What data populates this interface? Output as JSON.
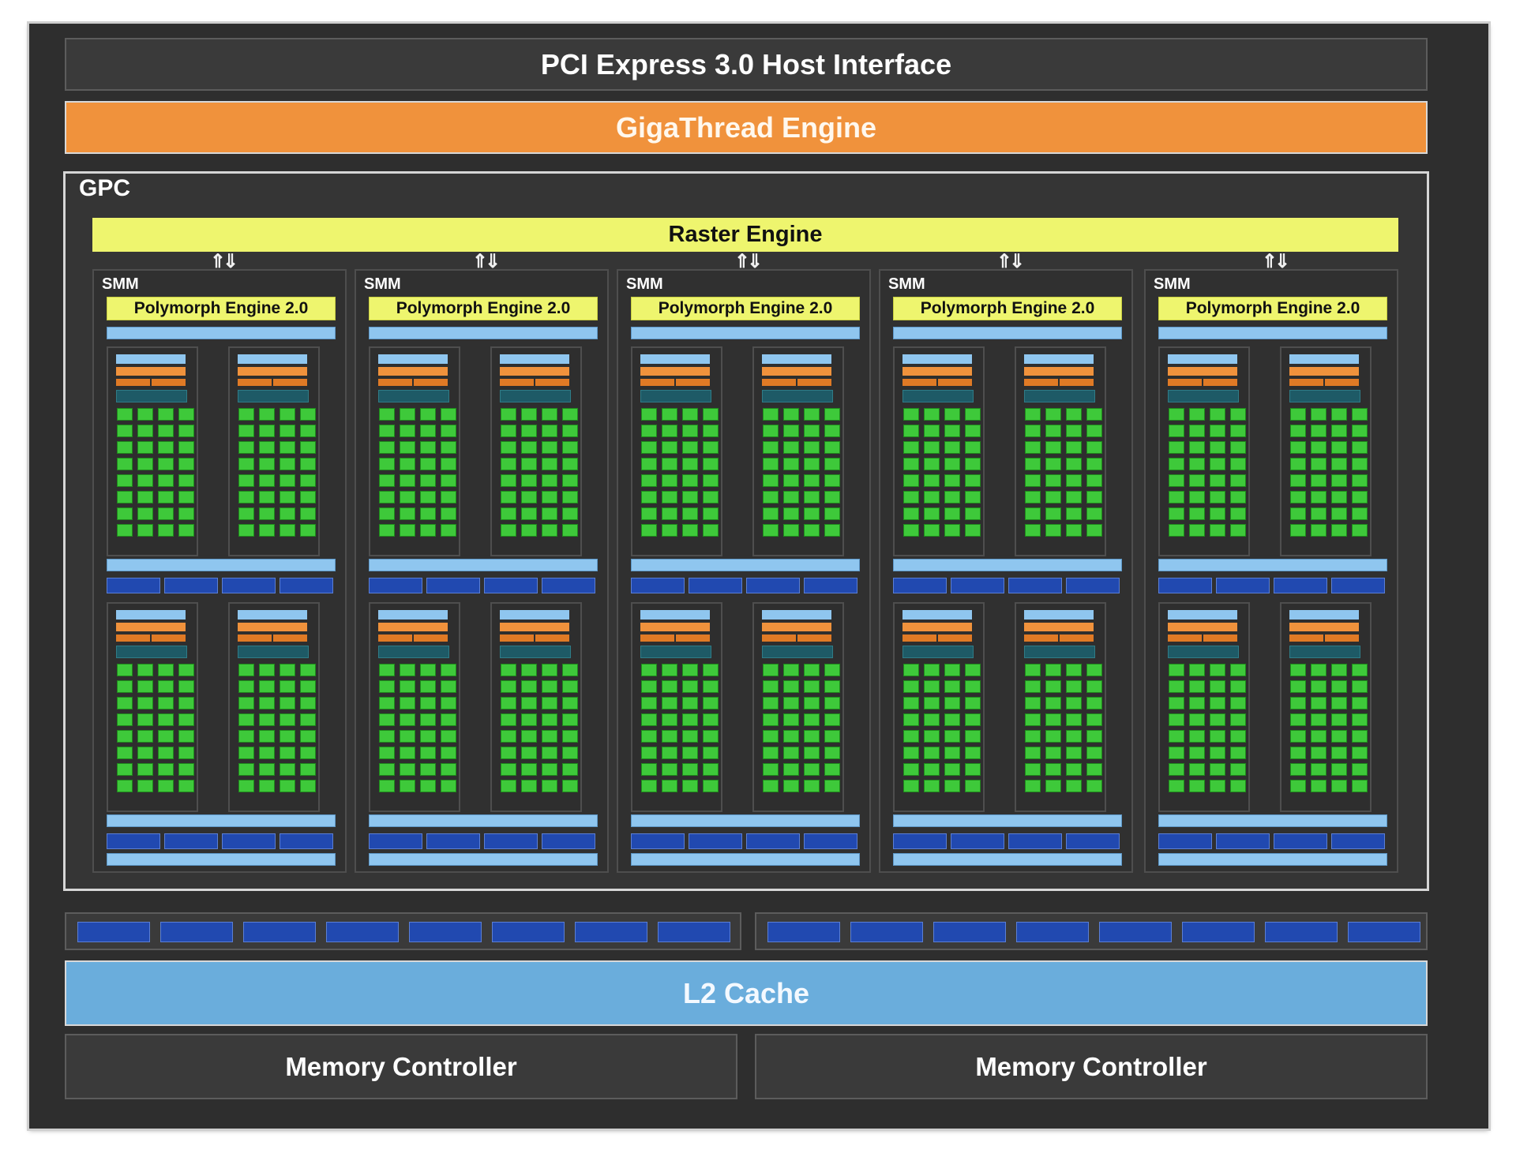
{
  "pci": "PCI Express 3.0 Host Interface",
  "gigathread": "GigaThread Engine",
  "gpc_label": "GPC",
  "raster": "Raster Engine",
  "smm_label": "SMM",
  "polymorph": "Polymorph Engine 2.0",
  "l2": "L2 Cache",
  "memory_controllers": [
    "Memory Controller",
    "Memory Controller"
  ],
  "smm_count": 5,
  "colors": {
    "chip_bg": "#2e2e2e",
    "gigathread": "#f0923c",
    "raster": "#eef56e",
    "l2": "#6aaddc",
    "core": "#3ec93a",
    "light_bar": "#8fc6ef",
    "dark_bar": "#2149b0"
  }
}
